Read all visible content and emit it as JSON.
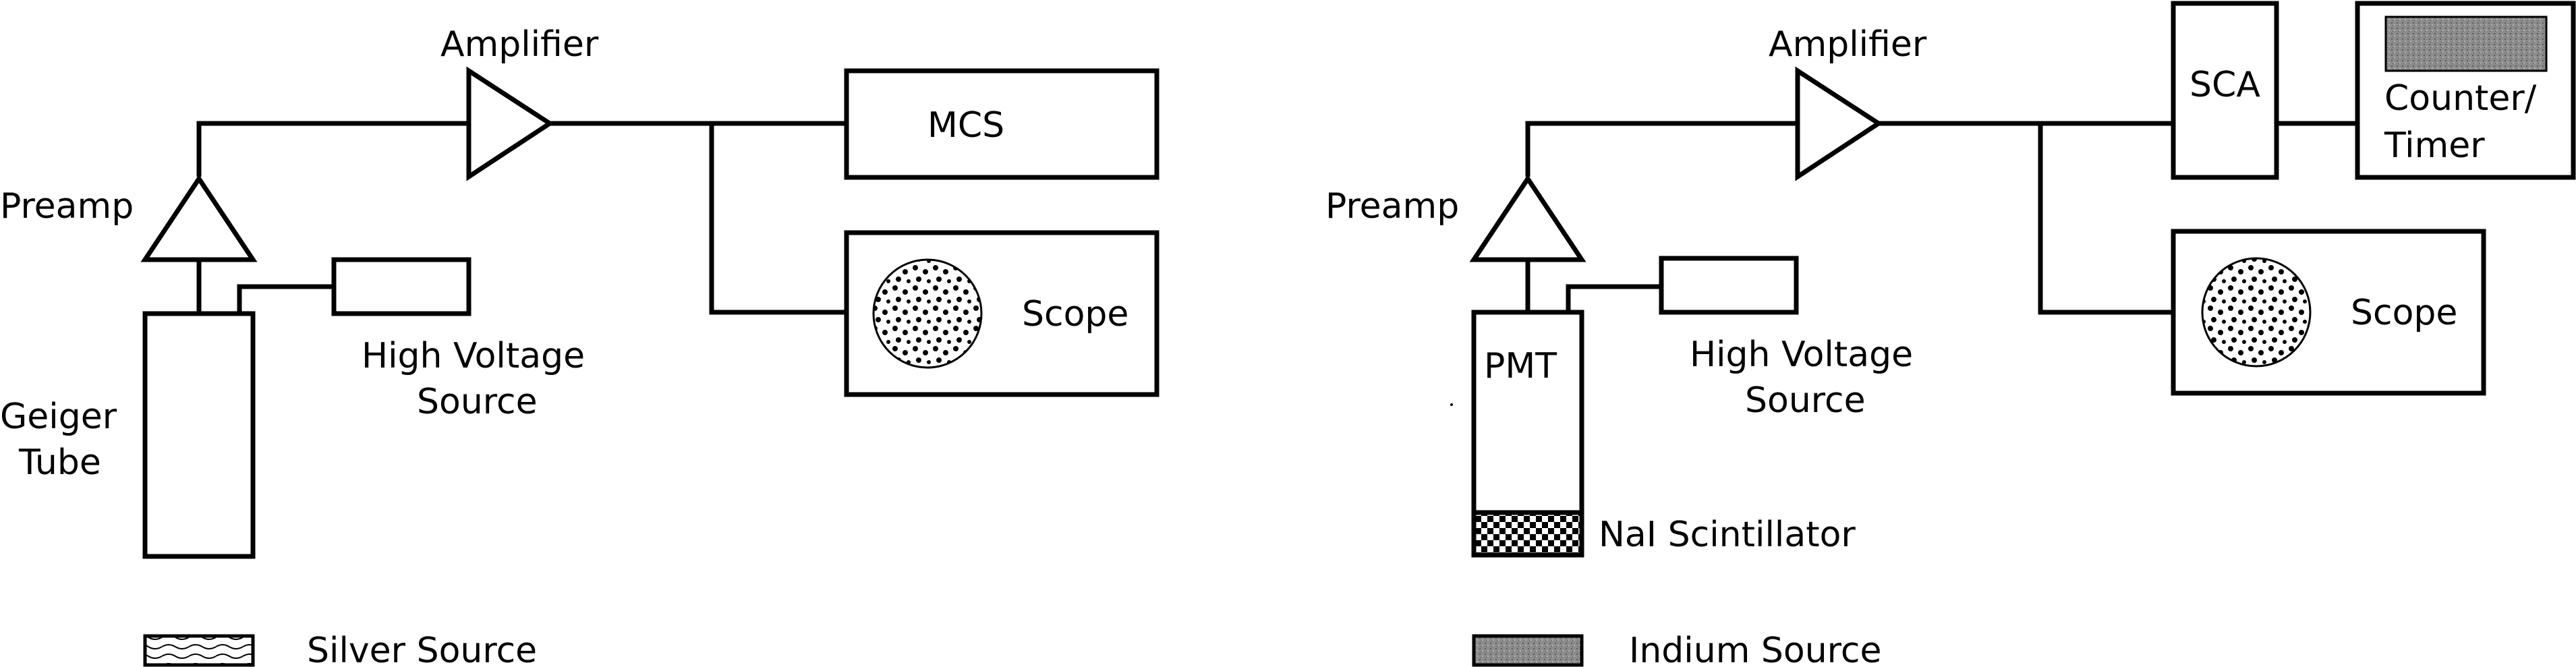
{
  "left_setup": {
    "amplifier_label": "Amplifier",
    "preamp_label": "Preamp",
    "hv_label_line1": "High Voltage",
    "hv_label_line2": "Source",
    "mcs_label": "MCS",
    "scope_label": "Scope",
    "detector_label_line1": "Geiger",
    "detector_label_line2": "Tube",
    "legend_label": "Silver Source"
  },
  "right_setup": {
    "amplifier_label": "Amplifier",
    "preamp_label": "Preamp",
    "hv_label_line1": "High Voltage",
    "hv_label_line2": "Source",
    "sca_label": "SCA",
    "counter_label_line1": "Counter/",
    "counter_label_line2": "Timer",
    "scope_label": "Scope",
    "pmt_label": "PMT",
    "scintillator_label": "NaI Scintillator",
    "legend_label": "Indium Source"
  },
  "colors": {
    "line": "#000000",
    "background": "#ffffff",
    "source_gray": "#808080"
  }
}
